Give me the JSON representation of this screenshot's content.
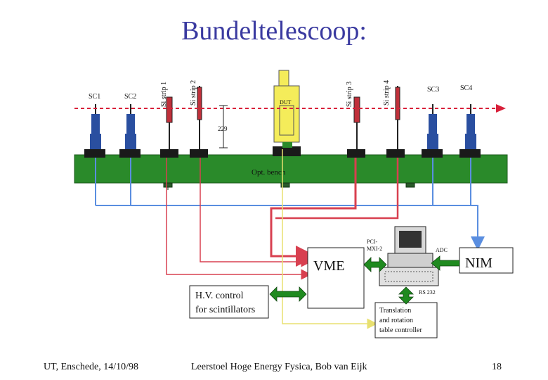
{
  "title": "Bundeltelescoop:",
  "detectors": {
    "sc1": "SC1",
    "sc2": "SC2",
    "strip1": "Si strip 1",
    "strip2": "Si strip 2",
    "dut": "DUT",
    "strip3": "Si strip 3",
    "strip4": "Si strip 4",
    "sc3": "SC3",
    "sc4": "SC4"
  },
  "dimension": "229",
  "bench_label": "Opt. bench",
  "boxes": {
    "vme": "VME",
    "nim": "NIM",
    "hv_line1": "H.V. control",
    "hv_line2": "for scintillators",
    "trans_line1": "Translation",
    "trans_line2": "and rotation",
    "trans_line3": "table controller"
  },
  "computer_labels": {
    "pci_line1": "PCI-",
    "pci_line2": "MXI-2",
    "adc": "ADC",
    "rs232": "RS 232"
  },
  "colors": {
    "beam": "#d8203a",
    "bench": "#2a8a2a",
    "blue_cable": "#5a8ee0",
    "red_cable": "#d84050",
    "yellow_cable": "#e8e070",
    "green_arrow": "#1f8a1f",
    "detector_blue": "#2a4fa0",
    "dut_yellow": "#f4ec5a"
  },
  "footer": {
    "left": "UT, Enschede, 14/10/98",
    "center": "Leerstoel Hoge Energy Fysica, Bob van Eijk",
    "page": "18"
  }
}
